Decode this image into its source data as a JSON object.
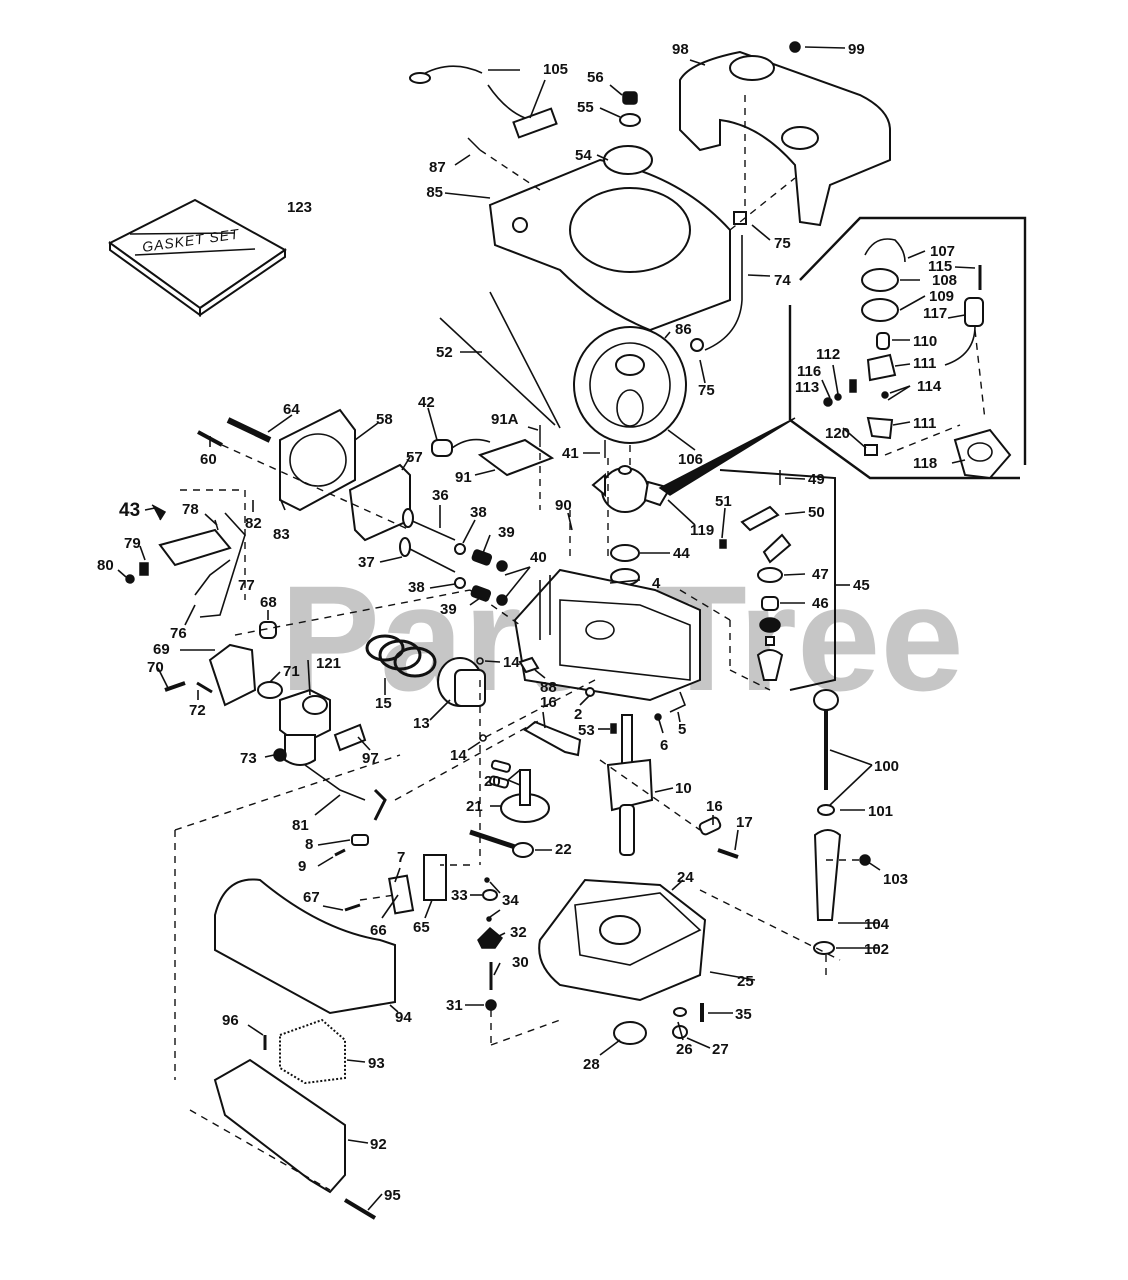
{
  "diagram": {
    "type": "exploded-parts-diagram",
    "subject": "Small engine (vertical shaft) parts breakdown",
    "watermark": "PartsTree",
    "gasket_set_box_label": "GASKET SET",
    "callouts": [
      {
        "id": "123",
        "label": "123",
        "part": "gasket-set"
      },
      {
        "id": "105",
        "label": "105",
        "part": "starter-rope-handle"
      },
      {
        "id": "87",
        "label": "87",
        "part": "screw"
      },
      {
        "id": "85",
        "label": "85",
        "part": "blower-housing"
      },
      {
        "id": "56",
        "label": "56",
        "part": "nut"
      },
      {
        "id": "55",
        "label": "55",
        "part": "washer"
      },
      {
        "id": "54",
        "label": "54",
        "part": "starter-cup"
      },
      {
        "id": "98",
        "label": "98",
        "part": "fuel-tank"
      },
      {
        "id": "99",
        "label": "99",
        "part": "screw"
      },
      {
        "id": "75",
        "label": "75",
        "part": "clamp"
      },
      {
        "id": "74",
        "label": "74",
        "part": "fuel-line"
      },
      {
        "id": "86",
        "label": "86",
        "part": "screw"
      },
      {
        "id": "75b",
        "label": "75",
        "part": "clamp"
      },
      {
        "id": "52",
        "label": "52",
        "part": "ground-wire"
      },
      {
        "id": "106",
        "label": "106",
        "part": "flywheel"
      },
      {
        "id": "107",
        "label": "107",
        "part": "wire"
      },
      {
        "id": "115",
        "label": "115",
        "part": "screw"
      },
      {
        "id": "108",
        "label": "108",
        "part": "cover"
      },
      {
        "id": "109",
        "label": "109",
        "part": "gasket"
      },
      {
        "id": "117",
        "label": "117",
        "part": "condenser"
      },
      {
        "id": "110",
        "label": "110",
        "part": "plunger"
      },
      {
        "id": "112",
        "label": "112",
        "part": "lockwasher"
      },
      {
        "id": "111",
        "label": "111",
        "part": "points-set"
      },
      {
        "id": "116",
        "label": "116",
        "part": "screw"
      },
      {
        "id": "113",
        "label": "113",
        "part": "nut"
      },
      {
        "id": "114",
        "label": "114",
        "part": "screw-and-washer"
      },
      {
        "id": "111b",
        "label": "111",
        "part": "points-bracket"
      },
      {
        "id": "120",
        "label": "120",
        "part": "seal"
      },
      {
        "id": "118",
        "label": "118",
        "part": "breaker-housing"
      },
      {
        "id": "64",
        "label": "64",
        "part": "spark-plug"
      },
      {
        "id": "58",
        "label": "58",
        "part": "cylinder-head"
      },
      {
        "id": "42",
        "label": "42",
        "part": "spark-plug-boot"
      },
      {
        "id": "91A",
        "label": "91A",
        "part": "screw"
      },
      {
        "id": "60",
        "label": "60",
        "part": "bolt"
      },
      {
        "id": "57",
        "label": "57",
        "part": "head-gasket"
      },
      {
        "id": "91",
        "label": "91",
        "part": "ignition-module"
      },
      {
        "id": "41",
        "label": "41",
        "part": "screw"
      },
      {
        "id": "119",
        "label": "119",
        "part": "bearing-plate"
      },
      {
        "id": "49",
        "label": "49",
        "part": "screw"
      },
      {
        "id": "43",
        "label": "43",
        "part": "governor-spring"
      },
      {
        "id": "78",
        "label": "78",
        "part": "screw"
      },
      {
        "id": "36",
        "label": "36",
        "part": "exhaust-valve"
      },
      {
        "id": "38",
        "label": "38",
        "part": "valve-retainer"
      },
      {
        "id": "90",
        "label": "90",
        "part": "cotter-pin"
      },
      {
        "id": "51",
        "label": "51",
        "part": "clip"
      },
      {
        "id": "50",
        "label": "50",
        "part": "breather-tube"
      },
      {
        "id": "82",
        "label": "82",
        "part": "link"
      },
      {
        "id": "83",
        "label": "83",
        "part": "spring"
      },
      {
        "id": "39",
        "label": "39",
        "part": "valve-spring"
      },
      {
        "id": "79",
        "label": "79",
        "part": "lever"
      },
      {
        "id": "37",
        "label": "37",
        "part": "intake-valve"
      },
      {
        "id": "40",
        "label": "40",
        "part": "valve-lifter"
      },
      {
        "id": "44",
        "label": "44",
        "part": "oil-seal"
      },
      {
        "id": "80",
        "label": "80",
        "part": "screw"
      },
      {
        "id": "38b",
        "label": "38",
        "part": "valve-retainer"
      },
      {
        "id": "4",
        "label": "4",
        "part": "oil-seal"
      },
      {
        "id": "47",
        "label": "47",
        "part": "gasket"
      },
      {
        "id": "45",
        "label": "45",
        "part": "breather-assembly"
      },
      {
        "id": "77",
        "label": "77",
        "part": "control-bracket"
      },
      {
        "id": "39b",
        "label": "39",
        "part": "valve-spring"
      },
      {
        "id": "46",
        "label": "46",
        "part": "breather-element"
      },
      {
        "id": "68",
        "label": "68",
        "part": "seal"
      },
      {
        "id": "76",
        "label": "76",
        "part": "spring"
      },
      {
        "id": "69",
        "label": "69",
        "part": "intake-pipe"
      },
      {
        "id": "71",
        "label": "71",
        "part": "gasket"
      },
      {
        "id": "121",
        "label": "121",
        "part": "carburetor"
      },
      {
        "id": "70",
        "label": "70",
        "part": "screw"
      },
      {
        "id": "14",
        "label": "14",
        "part": "piston-pin-lock"
      },
      {
        "id": "15",
        "label": "15",
        "part": "piston-ring-set"
      },
      {
        "id": "88",
        "label": "88",
        "part": "lock"
      },
      {
        "id": "72",
        "label": "72",
        "part": "screw"
      },
      {
        "id": "13",
        "label": "13",
        "part": "piston"
      },
      {
        "id": "16",
        "label": "16",
        "part": "connecting-rod"
      },
      {
        "id": "2",
        "label": "2",
        "part": "bolt"
      },
      {
        "id": "53",
        "label": "53",
        "part": "key"
      },
      {
        "id": "6",
        "label": "6",
        "part": "ball"
      },
      {
        "id": "5",
        "label": "5",
        "part": "governor-shaft"
      },
      {
        "id": "73",
        "label": "73",
        "part": "drain-plug"
      },
      {
        "id": "97",
        "label": "97",
        "part": "gasket"
      },
      {
        "id": "14b",
        "label": "14",
        "part": "piston-pin-lock"
      },
      {
        "id": "100",
        "label": "100",
        "part": "dipstick"
      },
      {
        "id": "20",
        "label": "20",
        "part": "valve-lifter"
      },
      {
        "id": "10",
        "label": "10",
        "part": "crankshaft"
      },
      {
        "id": "21",
        "label": "21",
        "part": "camshaft"
      },
      {
        "id": "101",
        "label": "101",
        "part": "o-ring"
      },
      {
        "id": "81",
        "label": "81",
        "part": "link"
      },
      {
        "id": "16b",
        "label": "16",
        "part": "rod-cap"
      },
      {
        "id": "17",
        "label": "17",
        "part": "rod-bolt"
      },
      {
        "id": "8",
        "label": "8",
        "part": "clamp"
      },
      {
        "id": "22",
        "label": "22",
        "part": "governor-rod"
      },
      {
        "id": "7",
        "label": "7",
        "part": "cover"
      },
      {
        "id": "9",
        "label": "9",
        "part": "screw"
      },
      {
        "id": "103",
        "label": "103",
        "part": "screw"
      },
      {
        "id": "24",
        "label": "24",
        "part": "mounting-flange-gasket"
      },
      {
        "id": "67",
        "label": "67",
        "part": "screw"
      },
      {
        "id": "33",
        "label": "33",
        "part": "washer"
      },
      {
        "id": "34",
        "label": "34",
        "part": "retainer"
      },
      {
        "id": "104",
        "label": "104",
        "part": "oil-fill-tube"
      },
      {
        "id": "66",
        "label": "66",
        "part": "plate"
      },
      {
        "id": "65",
        "label": "65",
        "part": "gasket"
      },
      {
        "id": "32",
        "label": "32",
        "part": "governor-gear"
      },
      {
        "id": "102",
        "label": "102",
        "part": "o-ring"
      },
      {
        "id": "30",
        "label": "30",
        "part": "shaft"
      },
      {
        "id": "25",
        "label": "25",
        "part": "mounting-flange"
      },
      {
        "id": "94",
        "label": "94",
        "part": "air-cleaner-cover"
      },
      {
        "id": "31",
        "label": "31",
        "part": "washer"
      },
      {
        "id": "35",
        "label": "35",
        "part": "screw"
      },
      {
        "id": "96",
        "label": "96",
        "part": "wing-nut"
      },
      {
        "id": "26",
        "label": "26",
        "part": "gasket"
      },
      {
        "id": "27",
        "label": "27",
        "part": "drain-plug"
      },
      {
        "id": "28",
        "label": "28",
        "part": "oil-seal"
      },
      {
        "id": "93",
        "label": "93",
        "part": "air-filter-element"
      },
      {
        "id": "92",
        "label": "92",
        "part": "air-cleaner-base"
      },
      {
        "id": "95",
        "label": "95",
        "part": "screw"
      }
    ]
  }
}
